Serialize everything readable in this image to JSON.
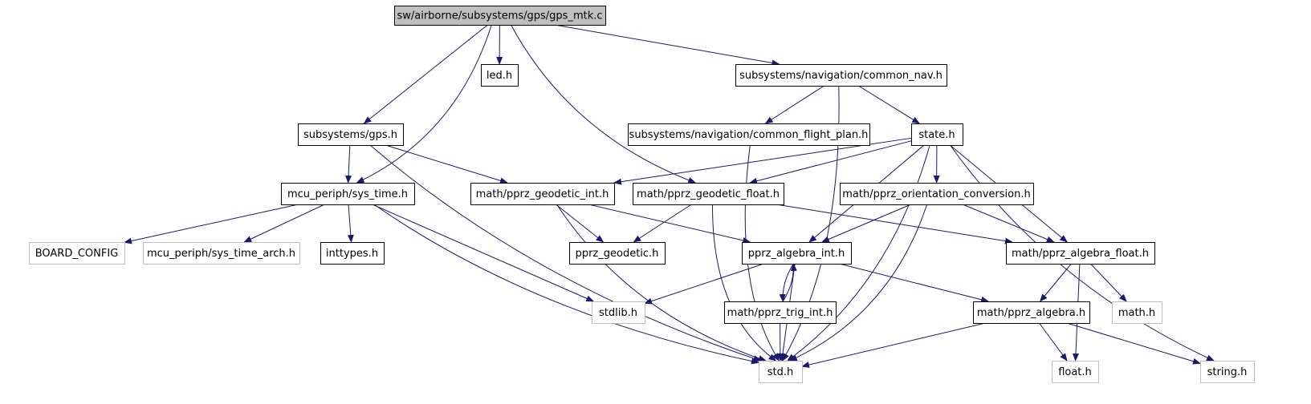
{
  "nodes": [
    {
      "id": "gps_mtk_c",
      "label": "sw/airborne/subsystems/gps/gps_mtk.c",
      "style": "root",
      "interactable": false
    },
    {
      "id": "led_h",
      "label": "led.h",
      "style": "linked",
      "interactable": true
    },
    {
      "id": "common_nav_h",
      "label": "subsystems/navigation/common_nav.h",
      "style": "linked",
      "interactable": true
    },
    {
      "id": "gps_h",
      "label": "subsystems/gps.h",
      "style": "linked",
      "interactable": true
    },
    {
      "id": "common_flight_plan_h",
      "label": "subsystems/navigation/common_flight_plan.h",
      "style": "linked",
      "interactable": true
    },
    {
      "id": "state_h",
      "label": "state.h",
      "style": "linked",
      "interactable": true
    },
    {
      "id": "sys_time_h",
      "label": "mcu_periph/sys_time.h",
      "style": "linked",
      "interactable": true
    },
    {
      "id": "pprz_geodetic_int_h",
      "label": "math/pprz_geodetic_int.h",
      "style": "linked",
      "interactable": true
    },
    {
      "id": "pprz_geodetic_float_h",
      "label": "math/pprz_geodetic_float.h",
      "style": "linked",
      "interactable": true
    },
    {
      "id": "pprz_orientation_conversion_h",
      "label": "math/pprz_orientation_conversion.h",
      "style": "linked",
      "interactable": true
    },
    {
      "id": "board_config",
      "label": "BOARD_CONFIG",
      "style": "external",
      "interactable": false
    },
    {
      "id": "sys_time_arch_h",
      "label": "mcu_periph/sys_time_arch.h",
      "style": "external",
      "interactable": false
    },
    {
      "id": "inttypes_h",
      "label": "inttypes.h",
      "style": "linked",
      "interactable": true
    },
    {
      "id": "pprz_geodetic_h",
      "label": "pprz_geodetic.h",
      "style": "linked",
      "interactable": true
    },
    {
      "id": "pprz_algebra_int_h",
      "label": "pprz_algebra_int.h",
      "style": "linked",
      "interactable": true
    },
    {
      "id": "pprz_algebra_float_h",
      "label": "math/pprz_algebra_float.h",
      "style": "linked",
      "interactable": true
    },
    {
      "id": "stdlib_h",
      "label": "stdlib.h",
      "style": "external",
      "interactable": false
    },
    {
      "id": "pprz_trig_int_h",
      "label": "math/pprz_trig_int.h",
      "style": "linked",
      "interactable": true
    },
    {
      "id": "pprz_algebra_h",
      "label": "math/pprz_algebra.h",
      "style": "linked",
      "interactable": true
    },
    {
      "id": "math_h",
      "label": "math.h",
      "style": "external",
      "interactable": false
    },
    {
      "id": "std_h",
      "label": "std.h",
      "style": "external",
      "interactable": false
    },
    {
      "id": "float_h",
      "label": "float.h",
      "style": "external",
      "interactable": false
    },
    {
      "id": "string_h",
      "label": "string.h",
      "style": "external",
      "interactable": false
    }
  ],
  "edges": [
    [
      "gps_mtk_c",
      "led_h"
    ],
    [
      "gps_mtk_c",
      "common_nav_h"
    ],
    [
      "gps_mtk_c",
      "gps_h"
    ],
    [
      "gps_mtk_c",
      "sys_time_h"
    ],
    [
      "gps_mtk_c",
      "pprz_geodetic_float_h"
    ],
    [
      "common_nav_h",
      "common_flight_plan_h"
    ],
    [
      "common_nav_h",
      "state_h"
    ],
    [
      "common_nav_h",
      "std_h"
    ],
    [
      "gps_h",
      "sys_time_h"
    ],
    [
      "gps_h",
      "pprz_geodetic_int_h"
    ],
    [
      "gps_h",
      "std_h"
    ],
    [
      "common_flight_plan_h",
      "std_h"
    ],
    [
      "state_h",
      "pprz_geodetic_int_h"
    ],
    [
      "state_h",
      "pprz_geodetic_float_h"
    ],
    [
      "state_h",
      "pprz_orientation_conversion_h"
    ],
    [
      "state_h",
      "pprz_algebra_int_h"
    ],
    [
      "state_h",
      "pprz_algebra_float_h"
    ],
    [
      "state_h",
      "std_h"
    ],
    [
      "state_h",
      "string_h"
    ],
    [
      "sys_time_h",
      "board_config"
    ],
    [
      "sys_time_h",
      "sys_time_arch_h"
    ],
    [
      "sys_time_h",
      "inttypes_h"
    ],
    [
      "sys_time_h",
      "stdlib_h"
    ],
    [
      "sys_time_h",
      "std_h"
    ],
    [
      "pprz_geodetic_int_h",
      "pprz_geodetic_h"
    ],
    [
      "pprz_geodetic_int_h",
      "pprz_algebra_int_h"
    ],
    [
      "pprz_geodetic_int_h",
      "std_h"
    ],
    [
      "pprz_geodetic_float_h",
      "pprz_geodetic_h"
    ],
    [
      "pprz_geodetic_float_h",
      "pprz_algebra_float_h"
    ],
    [
      "pprz_geodetic_float_h",
      "std_h"
    ],
    [
      "pprz_orientation_conversion_h",
      "pprz_algebra_int_h"
    ],
    [
      "pprz_orientation_conversion_h",
      "pprz_algebra_float_h"
    ],
    [
      "pprz_orientation_conversion_h",
      "std_h"
    ],
    [
      "pprz_algebra_int_h",
      "stdlib_h"
    ],
    [
      "pprz_algebra_int_h",
      "pprz_trig_int_h"
    ],
    [
      "pprz_algebra_int_h",
      "pprz_algebra_h"
    ],
    [
      "pprz_algebra_int_h",
      "std_h"
    ],
    [
      "pprz_trig_int_h",
      "pprz_algebra_int_h"
    ],
    [
      "pprz_trig_int_h",
      "std_h"
    ],
    [
      "pprz_algebra_float_h",
      "pprz_algebra_h"
    ],
    [
      "pprz_algebra_float_h",
      "math_h"
    ],
    [
      "pprz_algebra_float_h",
      "float_h"
    ],
    [
      "pprz_algebra_h",
      "std_h"
    ],
    [
      "pprz_algebra_h",
      "float_h"
    ],
    [
      "pprz_algebra_h",
      "string_h"
    ]
  ],
  "colors": {
    "edge": "#191970",
    "root_fill": "#bfbfbf",
    "root_border": "#000000",
    "linked_fill": "#ffffff",
    "linked_border": "#000000",
    "external_fill": "#ffffff",
    "external_border": "#bfbfbf",
    "text": "#000000"
  }
}
